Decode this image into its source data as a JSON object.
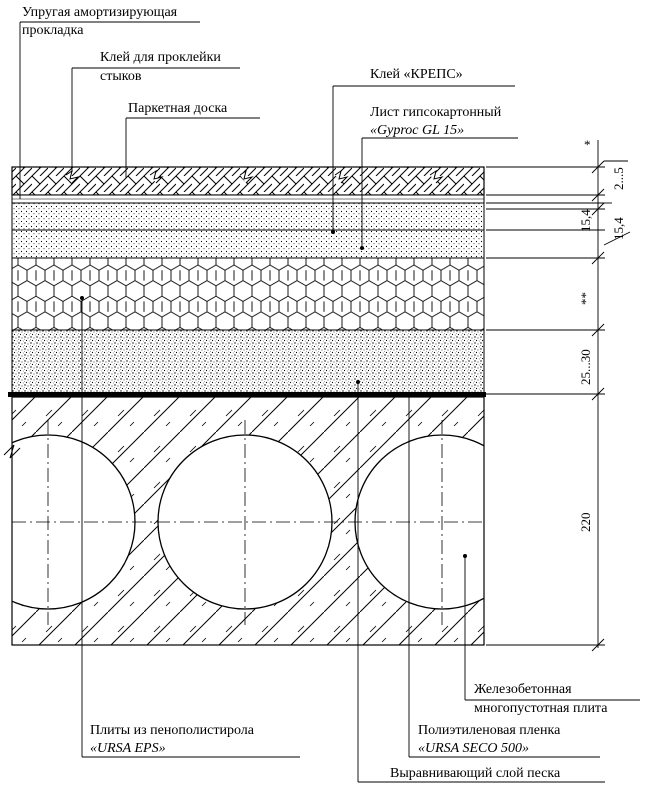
{
  "labels": {
    "damping_pad": [
      "Упругая амортизирующая",
      "прокладка"
    ],
    "joint_glue": [
      "Клей для проклейки",
      "стыков"
    ],
    "parquet": "Паркетная доска",
    "glue_kreps": "Клей «КРЕПС»",
    "gypsum_sheet": [
      "Лист гипсокартонный",
      "«Gyproc GL 15»"
    ],
    "eps_boards": [
      "Плиты из  пенополистирола",
      "«URSA EPS»"
    ],
    "pe_film": [
      "Полиэтиленовая пленка",
      "«URSA SECO 500»"
    ],
    "rc_slab": [
      "Железобетонная",
      "многопустотная плита"
    ],
    "sand_layer": "Выравнивающий слой песка"
  },
  "dimensions": {
    "d_star": "*",
    "d_2_5": "2...5",
    "d_15_4_a": "15,4",
    "d_15_4_b": "15,4",
    "d_star2": "**",
    "d_25_30": "25...30",
    "d_220": "220"
  }
}
